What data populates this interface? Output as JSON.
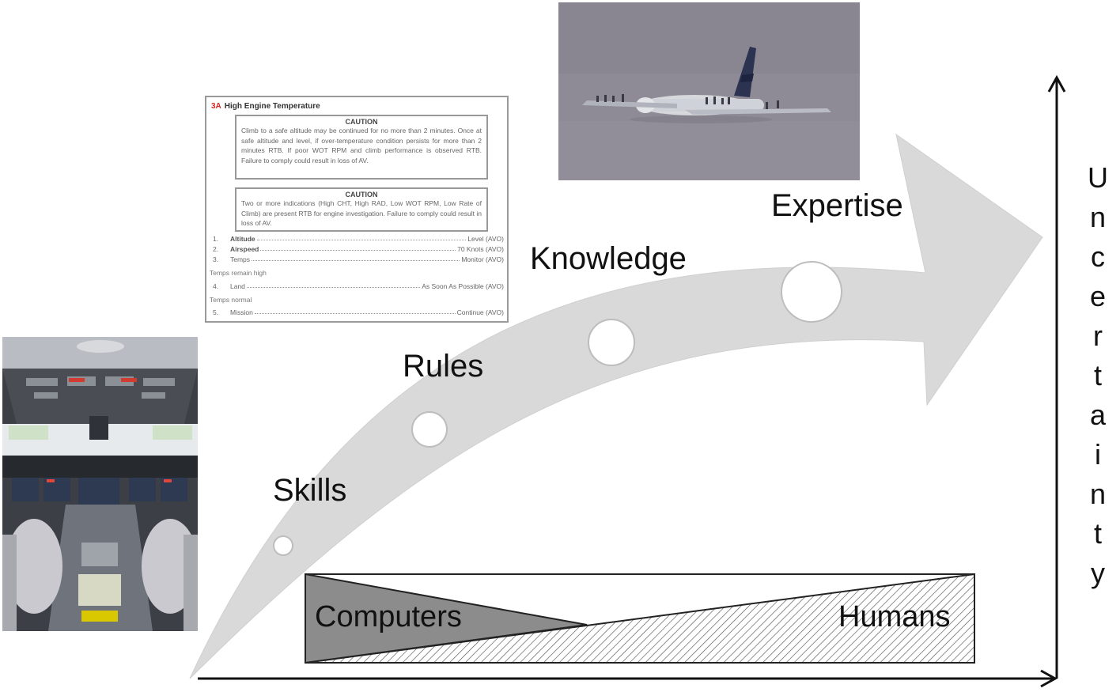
{
  "diagram": {
    "stages": [
      {
        "label": "Skills"
      },
      {
        "label": "Rules"
      },
      {
        "label": "Knowledge"
      },
      {
        "label": "Expertise"
      }
    ],
    "balance": {
      "left_label": "Computers",
      "right_label": "Humans"
    },
    "y_axis_label": "Uncertainty",
    "arrow_color": "#d9d9d9",
    "computers_color": "#8c8c8c"
  },
  "checklist": {
    "title_num": "3A",
    "title": "High Engine Temperature",
    "caution1_heading": "CAUTION",
    "caution1_text": "Climb to a safe altitude may be continued for no more than 2 minutes. Once at safe altitude and level, if over-temperature condition persists for more than 2 minutes RTB. If poor WOT RPM and climb performance is observed RTB. Failure to comply could result in loss of AV.",
    "caution2_heading": "CAUTION",
    "caution2_text": "Two or more indications (High CHT, High RAD, Low WOT RPM, Low Rate of Climb) are present RTB for engine investigation. Failure to comply could result in loss of AV.",
    "steps": [
      {
        "num": "1.",
        "action": "Altitude",
        "value": "Level (AVO)"
      },
      {
        "num": "2.",
        "action": "Airspeed",
        "value": "70 Knots (AVO)"
      },
      {
        "num": "3.",
        "action": "Temps",
        "value": "Monitor (AVO)"
      },
      {
        "num": "4.",
        "action": "Land",
        "value": "As Soon As Possible (AVO)"
      },
      {
        "num": "5.",
        "action": "Mission",
        "value": "Continue (AVO)"
      }
    ],
    "note_high": "Temps remain high",
    "note_normal": "Temps normal"
  },
  "photos": {
    "plane": "airliner-on-water-photo",
    "cockpit": "cockpit-photo"
  }
}
